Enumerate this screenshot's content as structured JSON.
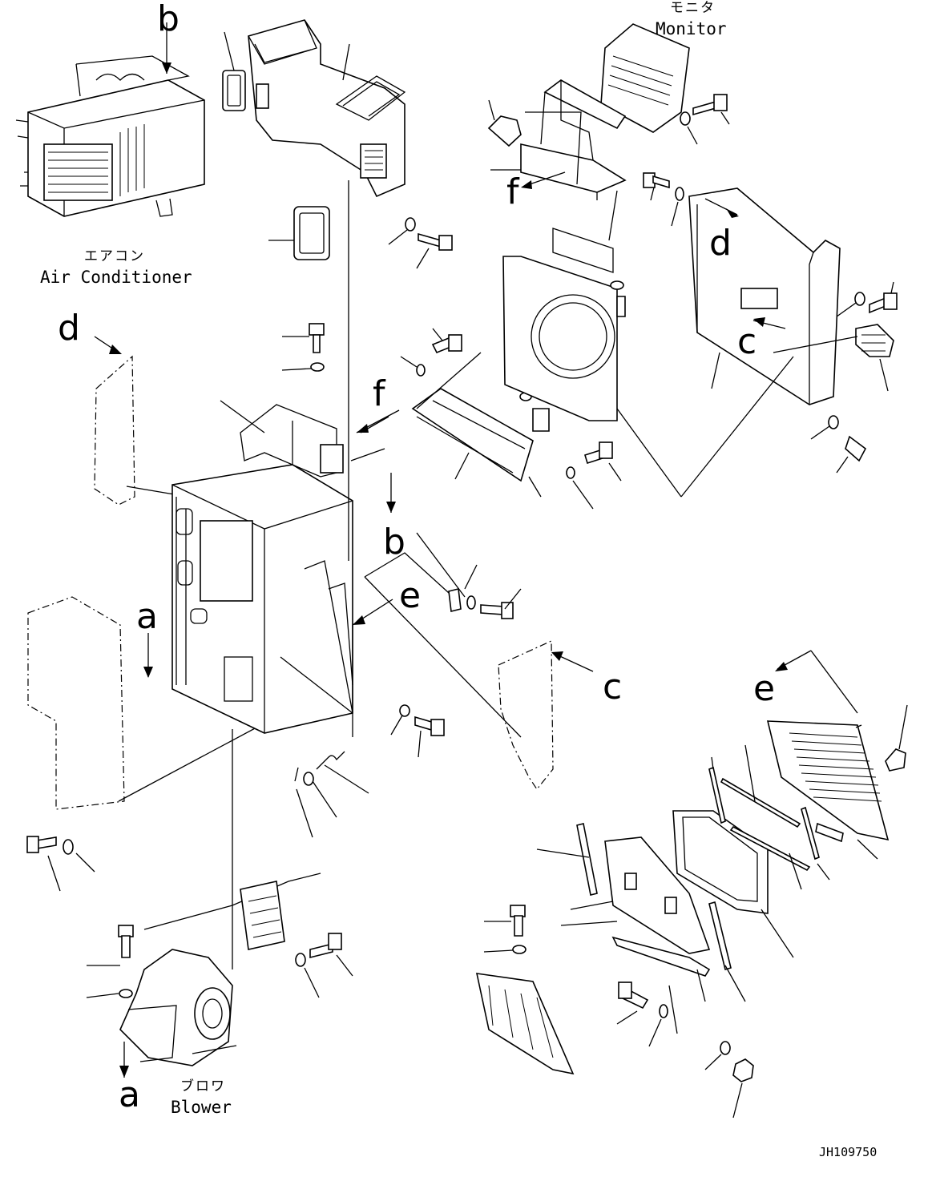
{
  "components": {
    "air_conditioner": {
      "label_jp": "エアコン",
      "label_en": "Air Conditioner"
    },
    "monitor": {
      "label_jp": "モニタ",
      "label_en": "Monitor"
    },
    "blower": {
      "label_jp": "ブロワ",
      "label_en": "Blower"
    }
  },
  "reference_letters": {
    "b_top": "b",
    "d_left": "d",
    "d_right": "d",
    "f_top": "f",
    "f_mid": "f",
    "c_right": "c",
    "c_mid": "c",
    "b_mid": "b",
    "e_mid": "e",
    "e_right": "e",
    "a_left": "a",
    "a_bottom": "a"
  },
  "drawing_code": "JH109750"
}
